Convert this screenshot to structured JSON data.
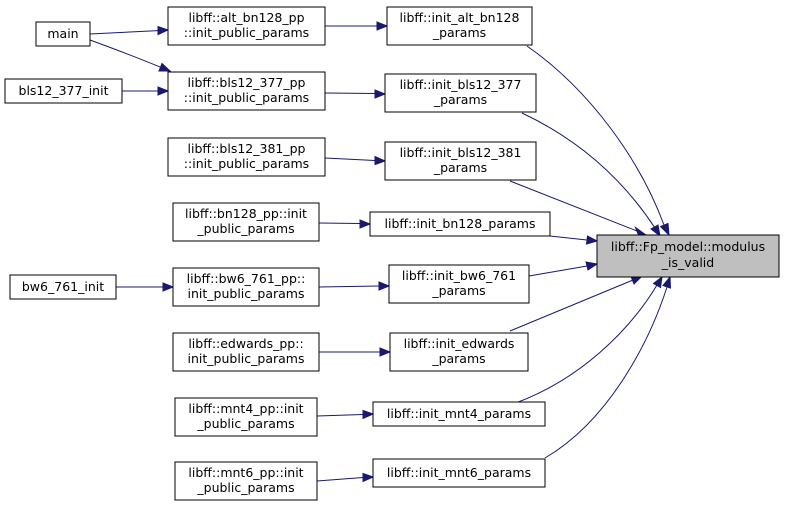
{
  "colors": {
    "edge": "#191970",
    "node_fill": "#ffffff",
    "node_border": "#000000",
    "highlight_fill": "#bfbfbf"
  },
  "nodes": {
    "main": {
      "lines": [
        "main"
      ]
    },
    "bls12_377_init": {
      "lines": [
        "bls12_377_init"
      ]
    },
    "bw6_761_init": {
      "lines": [
        "bw6_761_init"
      ]
    },
    "alt_bn128_pp": {
      "lines": [
        "libff::alt_bn128_pp",
        "::init_public_params"
      ]
    },
    "bls12_377_pp": {
      "lines": [
        "libff::bls12_377_pp",
        "::init_public_params"
      ]
    },
    "bls12_381_pp": {
      "lines": [
        "libff::bls12_381_pp",
        "::init_public_params"
      ]
    },
    "bn128_pp": {
      "lines": [
        "libff::bn128_pp::init",
        "_public_params"
      ]
    },
    "bw6_761_pp": {
      "lines": [
        "libff::bw6_761_pp::",
        "init_public_params"
      ]
    },
    "edwards_pp": {
      "lines": [
        "libff::edwards_pp::",
        "init_public_params"
      ]
    },
    "mnt4_pp": {
      "lines": [
        "libff::mnt4_pp::init",
        "_public_params"
      ]
    },
    "mnt6_pp": {
      "lines": [
        "libff::mnt6_pp::init",
        "_public_params"
      ]
    },
    "init_alt_bn128": {
      "lines": [
        "libff::init_alt_bn128",
        "_params"
      ]
    },
    "init_bls12_377": {
      "lines": [
        "libff::init_bls12_377",
        "_params"
      ]
    },
    "init_bls12_381": {
      "lines": [
        "libff::init_bls12_381",
        "_params"
      ]
    },
    "init_bn128": {
      "lines": [
        "libff::init_bn128_params"
      ]
    },
    "init_bw6_761": {
      "lines": [
        "libff::init_bw6_761",
        "_params"
      ]
    },
    "init_edwards": {
      "lines": [
        "libff::init_edwards",
        "_params"
      ]
    },
    "init_mnt4": {
      "lines": [
        "libff::init_mnt4_params"
      ]
    },
    "init_mnt6": {
      "lines": [
        "libff::init_mnt6_params"
      ]
    },
    "fp_model": {
      "lines": [
        "libff::Fp_model::modulus",
        "_is_valid"
      ]
    }
  },
  "edges": [
    {
      "from": "main",
      "to": "alt_bn128_pp"
    },
    {
      "from": "main",
      "to": "bls12_377_pp"
    },
    {
      "from": "bls12_377_init",
      "to": "bls12_377_pp"
    },
    {
      "from": "bw6_761_init",
      "to": "bw6_761_pp"
    },
    {
      "from": "alt_bn128_pp",
      "to": "init_alt_bn128"
    },
    {
      "from": "bls12_377_pp",
      "to": "init_bls12_377"
    },
    {
      "from": "bls12_381_pp",
      "to": "init_bls12_381"
    },
    {
      "from": "bn128_pp",
      "to": "init_bn128"
    },
    {
      "from": "bw6_761_pp",
      "to": "init_bw6_761"
    },
    {
      "from": "edwards_pp",
      "to": "init_edwards"
    },
    {
      "from": "mnt4_pp",
      "to": "init_mnt4"
    },
    {
      "from": "mnt6_pp",
      "to": "init_mnt6"
    },
    {
      "from": "init_alt_bn128",
      "to": "fp_model"
    },
    {
      "from": "init_bls12_377",
      "to": "fp_model"
    },
    {
      "from": "init_bls12_381",
      "to": "fp_model"
    },
    {
      "from": "init_bn128",
      "to": "fp_model"
    },
    {
      "from": "init_bw6_761",
      "to": "fp_model"
    },
    {
      "from": "init_edwards",
      "to": "fp_model"
    },
    {
      "from": "init_mnt4",
      "to": "fp_model"
    },
    {
      "from": "init_mnt6",
      "to": "fp_model"
    }
  ]
}
